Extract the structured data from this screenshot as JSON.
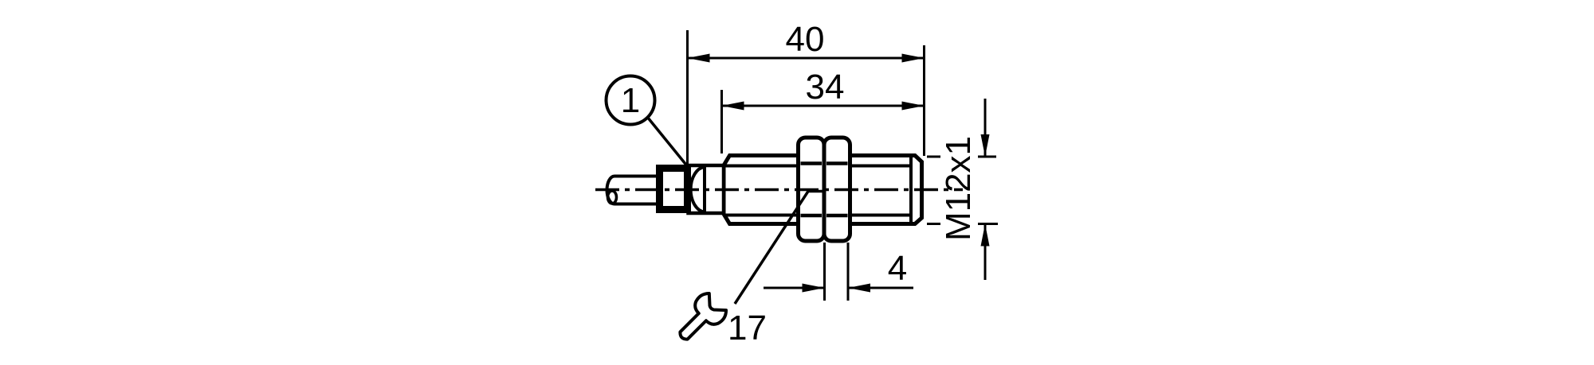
{
  "page": {
    "background": "#ffffff"
  },
  "drawing": {
    "type": "technical-dimension-drawing",
    "subject": "M12 cylindrical sensor with cable, side view",
    "line_color": "#000000",
    "dimensions": {
      "overall_length": "40",
      "thread_length": "34",
      "nut_width": "4",
      "thread_spec": "M12x1",
      "wrench_size": "17"
    },
    "balloon": {
      "label": "1"
    },
    "icons": [
      "wrench-icon"
    ]
  }
}
